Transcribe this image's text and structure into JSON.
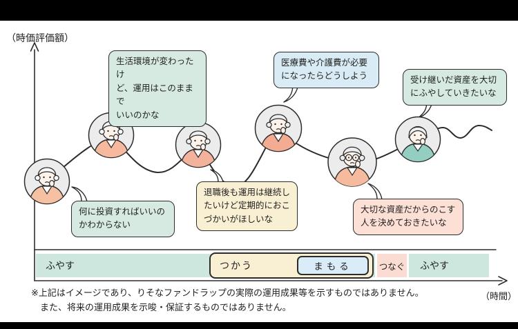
{
  "axes": {
    "y_label": "（時価評価額）",
    "x_label": "（時間）"
  },
  "bubbles": {
    "change": "生活環境が変わったけ\nど、運用はこのままで\nいいのかな",
    "medical": "医療費や介護費が必要\nになったらどうしよう",
    "inherit": "受け継いだ資産を大切\nにふやしていきたいな",
    "invest": "何に投資すればいいの\nかわからない",
    "retire": "退職後も運用は継続し\nたいけど定期的におこ\nづかいがほしいな",
    "legacy": "大切な資産だからのこす\n人を決めておきたいな"
  },
  "phase_bar": {
    "fuyasu_left": "ふやす",
    "tsukau": "つかう",
    "mamoru": "まもる",
    "tsunagu": "つなぐ",
    "fuyasu_right": "ふやす"
  },
  "disclaimer": {
    "line1": "※上記はイメージであり、りそなファンドラップの実際の運用成果等を示すものではありません。",
    "line2": "また、将来の運用成果を示唆・保証するものではありません。"
  },
  "colors": {
    "phase_teal": "#cde7de",
    "phase_yellow": "#f9efd3",
    "phase_blue": "#d9ecf7",
    "phase_pink": "#fadcd2",
    "bubble_green": "#d6eae2",
    "bubble_blue": "#d9ecf6",
    "bubble_yellow": "#f9efd3",
    "bubble_pink": "#fcdfd5",
    "line": "#2b2b2b"
  }
}
